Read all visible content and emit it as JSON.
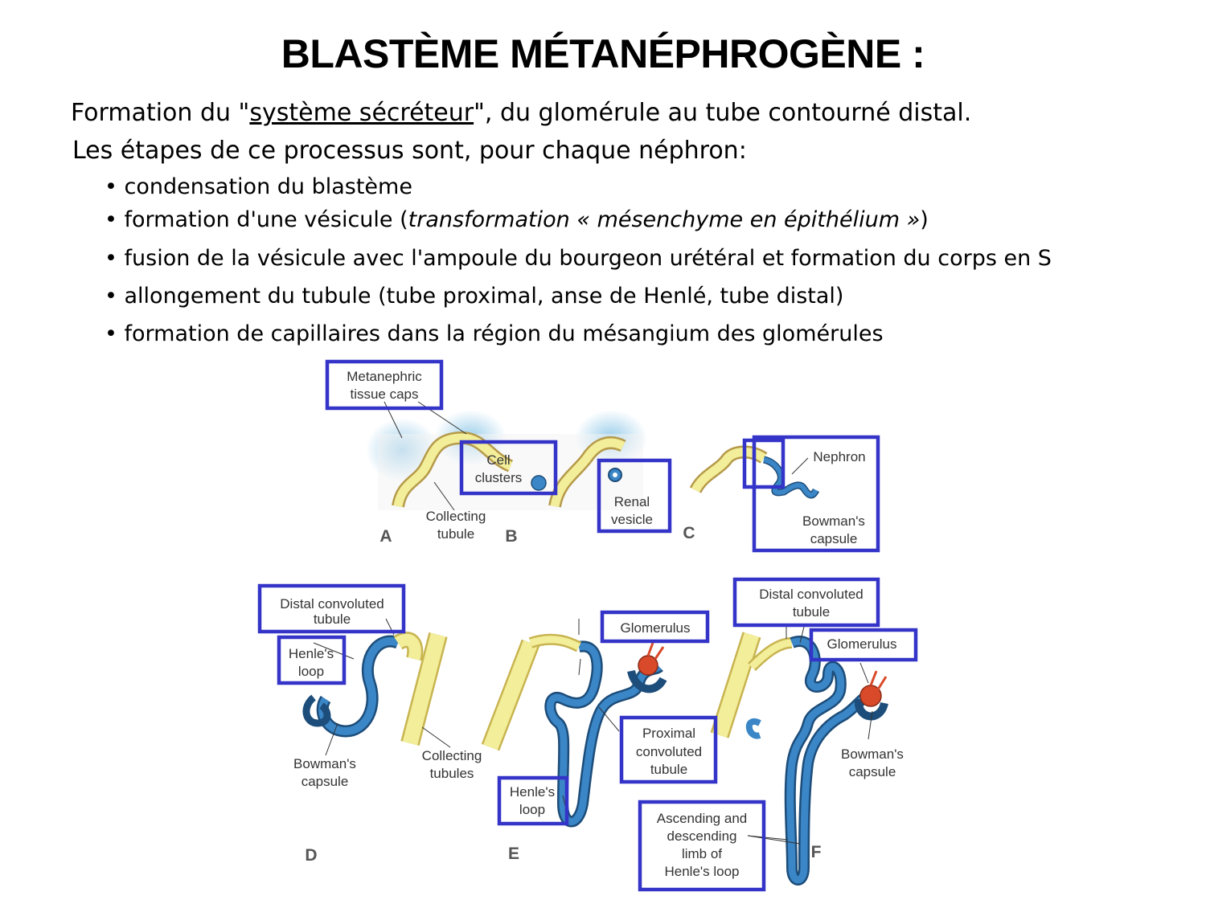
{
  "slide": {
    "title": "BLASTÈME MÉTANÉPHROGÈNE :",
    "intro_pre": "Formation du \"",
    "intro_underlined": "système sécréteur",
    "intro_post": "\", du glomérule au tube contourné distal.",
    "steps_intro": "Les étapes de ce processus sont, pour chaque néphron:",
    "bullets": {
      "b1": "• condensation du blastème",
      "b2_pre": "• formation d'une vésicule (",
      "b2_italic": "transformation « mésenchyme en épithélium »",
      "b2_post": ")",
      "b3": "• fusion de la vésicule avec l'ampoule du bourgeon urétéral et formation du corps en S",
      "b4": "• allongement du tubule (tube proximal, anse de Henlé, tube distal)",
      "b5": "• formation de capillaires dans la région du mésangium des glomérules"
    }
  },
  "figure": {
    "panels": {
      "A": "A",
      "B": "B",
      "C": "C",
      "D": "D",
      "E": "E",
      "F": "F"
    },
    "labels": {
      "caps1": "Metanephric",
      "caps2": "tissue caps",
      "cell1": "Cell",
      "cell2": "clusters",
      "coll1": "Collecting",
      "coll2": "tubule",
      "renal1": "Renal",
      "renal2": "vesicle",
      "nephron": "Nephron",
      "bowC1": "Bowman's",
      "bowC2": "capsule",
      "dctD1": "Distal convoluted",
      "dctD2": "tubule",
      "henD1": "Henle's",
      "henD2": "loop",
      "bowD1": "Bowman's",
      "bowD2": "capsule",
      "collD1": "Collecting",
      "collD2": "tubules",
      "gloE": "Glomerulus",
      "pct1": "Proximal",
      "pct2": "convoluted",
      "pct3": "tubule",
      "henE1": "Henle's",
      "henE2": "loop",
      "dctF1": "Distal convoluted",
      "dctF2": "tubule",
      "gloF": "Glomerulus",
      "bowF1": "Bowman's",
      "bowF2": "capsule",
      "asc1": "Ascending and",
      "asc2": "descending",
      "asc3": "limb of",
      "asc4": "Henle's loop"
    },
    "colors": {
      "highlight_box": "#3434c8",
      "tubule_blue": "#3a86c6",
      "collecting_yellow": "#f3ee9a",
      "glomerulus_red": "#d84a2a",
      "tissue_cap": "#8ec8e8"
    }
  }
}
